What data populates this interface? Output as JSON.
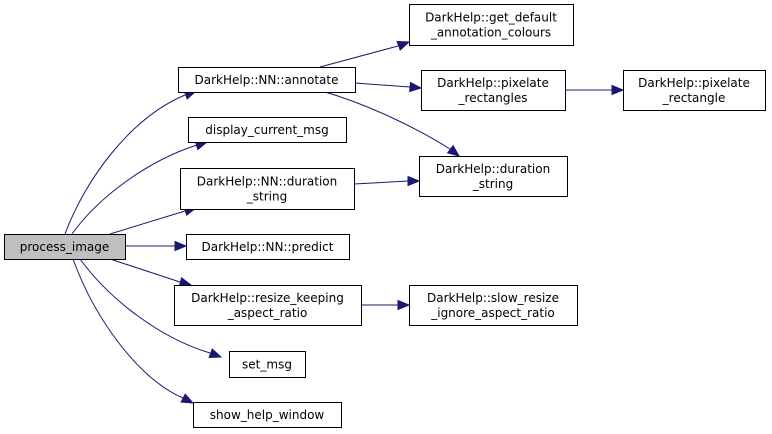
{
  "graph": {
    "title": "process_image call graph",
    "edge_color": "#191970",
    "root_fill": "#bfbfbf",
    "nodes": [
      {
        "id": "process_image",
        "lines": [
          "process_image"
        ],
        "root": true
      },
      {
        "id": "nn_annotate",
        "lines": [
          "DarkHelp::NN::annotate"
        ]
      },
      {
        "id": "display_current_msg",
        "lines": [
          "display_current_msg"
        ]
      },
      {
        "id": "nn_duration_string",
        "lines": [
          "DarkHelp::NN::duration",
          "_string"
        ]
      },
      {
        "id": "nn_predict",
        "lines": [
          "DarkHelp::NN::predict"
        ]
      },
      {
        "id": "resize_keeping_aspect_ratio",
        "lines": [
          "DarkHelp::resize_keeping",
          "_aspect_ratio"
        ]
      },
      {
        "id": "set_msg",
        "lines": [
          "set_msg"
        ]
      },
      {
        "id": "show_help_window",
        "lines": [
          "show_help_window"
        ]
      },
      {
        "id": "get_default_annotation_colours",
        "lines": [
          "DarkHelp::get_default",
          "_annotation_colours"
        ]
      },
      {
        "id": "pixelate_rectangles",
        "lines": [
          "DarkHelp::pixelate",
          "_rectangles"
        ]
      },
      {
        "id": "duration_string",
        "lines": [
          "DarkHelp::duration",
          "_string"
        ]
      },
      {
        "id": "slow_resize_ignore_aspect_ratio",
        "lines": [
          "DarkHelp::slow_resize",
          "_ignore_aspect_ratio"
        ]
      },
      {
        "id": "pixelate_rectangle",
        "lines": [
          "DarkHelp::pixelate",
          "_rectangle"
        ]
      }
    ],
    "edges": [
      {
        "from": "process_image",
        "to": "nn_annotate"
      },
      {
        "from": "process_image",
        "to": "display_current_msg"
      },
      {
        "from": "process_image",
        "to": "nn_duration_string"
      },
      {
        "from": "process_image",
        "to": "nn_predict"
      },
      {
        "from": "process_image",
        "to": "resize_keeping_aspect_ratio"
      },
      {
        "from": "process_image",
        "to": "set_msg"
      },
      {
        "from": "process_image",
        "to": "show_help_window"
      },
      {
        "from": "nn_annotate",
        "to": "get_default_annotation_colours"
      },
      {
        "from": "nn_annotate",
        "to": "pixelate_rectangles"
      },
      {
        "from": "nn_annotate",
        "to": "duration_string"
      },
      {
        "from": "nn_duration_string",
        "to": "duration_string"
      },
      {
        "from": "pixelate_rectangles",
        "to": "pixelate_rectangle"
      },
      {
        "from": "resize_keeping_aspect_ratio",
        "to": "slow_resize_ignore_aspect_ratio"
      }
    ]
  }
}
